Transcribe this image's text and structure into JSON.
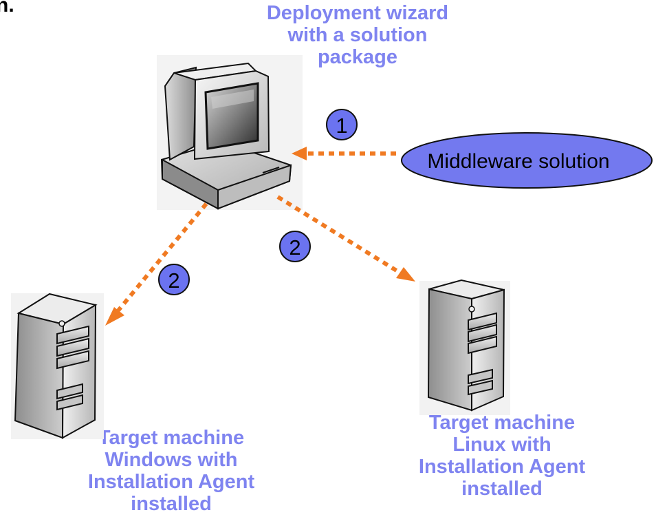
{
  "top_left_fragment": "n.",
  "colors": {
    "label_text": "#7f84f0",
    "badge_fill": "#6b73f0",
    "oval_fill": "#7379ef",
    "arrow": "#f07a22"
  },
  "labels": {
    "deployment_wizard": [
      "Deployment wizard",
      "with a solution",
      "package"
    ],
    "windows_target": [
      "Target machine",
      "Windows with",
      "Installation Agent",
      "installed"
    ],
    "linux_target": [
      "Target machine",
      "Linux  with",
      "Installation Agent",
      "installed"
    ]
  },
  "middleware_oval": {
    "text": "Middleware solution"
  },
  "badges": {
    "step1": "1",
    "step2_windows": "2",
    "step2_linux": "2"
  },
  "icons": {
    "deployment_computer": "desktop-computer-icon",
    "windows_server": "server-tower-icon",
    "linux_server": "server-tower-icon",
    "arrow_head": "arrow-head-icon"
  }
}
